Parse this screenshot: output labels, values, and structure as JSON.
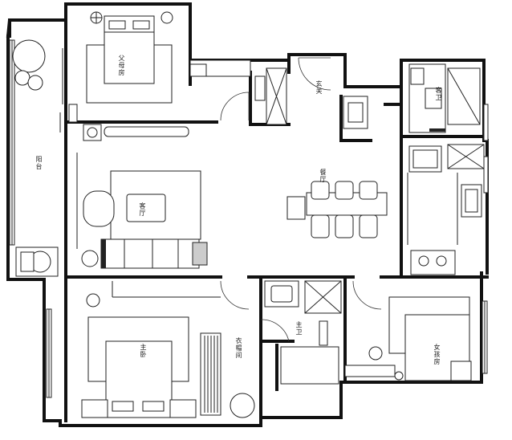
{
  "rooms": {
    "parents_room": "父母房",
    "balcony": "阳台",
    "living_room": "客厅",
    "dining": "餐厅",
    "entrance": "玄关",
    "guest_bath": "客卫",
    "master_bath": "主卫",
    "master_bedroom": "主卧",
    "walk_in_closet": "衣帽间",
    "daughter_room": "女孩房"
  }
}
